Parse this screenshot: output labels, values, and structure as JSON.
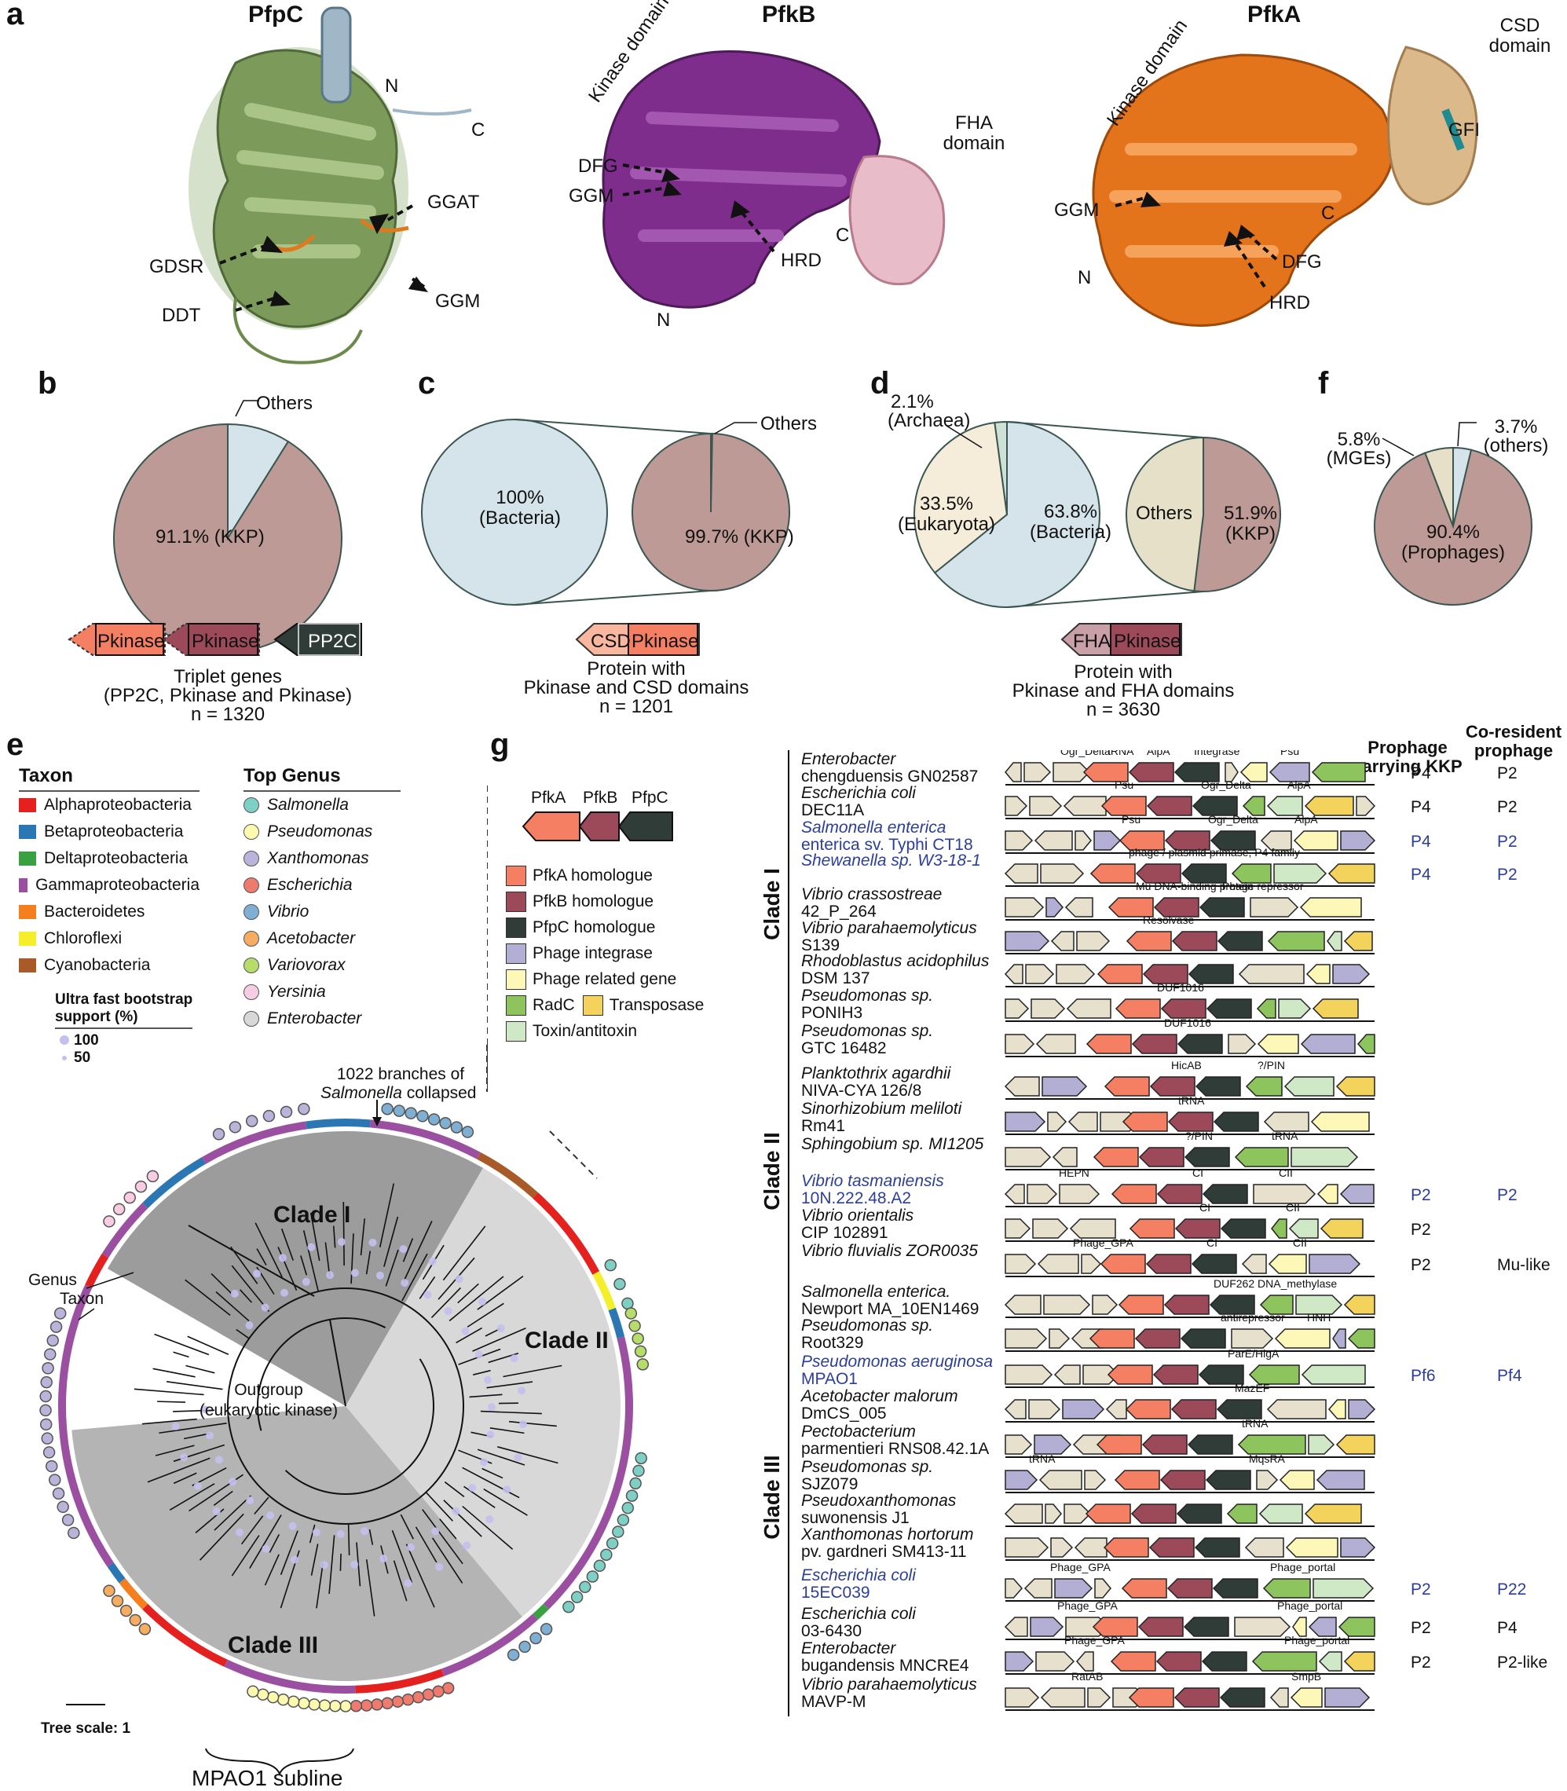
{
  "panels": {
    "a": "a",
    "b": "b",
    "c": "c",
    "d": "d",
    "e": "e",
    "f": "f",
    "g": "g"
  },
  "panel_a": {
    "structures": [
      {
        "title": "PfpC",
        "labels": [
          "N",
          "C",
          "GGAT",
          "GDSR",
          "DDT",
          "GGM"
        ]
      },
      {
        "title": "PfkB",
        "labels": [
          "Kinase domain",
          "FHA domain",
          "DFG",
          "GGM",
          "HRD",
          "C",
          "N"
        ]
      },
      {
        "title": "PfkA",
        "labels": [
          "Kinase domain",
          "CSD domain",
          "GFI",
          "GGM",
          "C",
          "N",
          "DFG",
          "HRD"
        ]
      }
    ]
  },
  "panel_b": {
    "others": "Others",
    "main": "91.1% (KKP)",
    "genes": [
      "Pkinase",
      "Pkinase",
      "PP2C"
    ],
    "caption": [
      "Triplet genes",
      "(PP2C, Pkinase and Pkinase)",
      "n = 1320"
    ]
  },
  "panel_c": {
    "big": [
      "100%",
      "(Bacteria)"
    ],
    "small": "99.7% (KKP)",
    "others": "Others",
    "genes": [
      "CSD",
      "Pkinase"
    ],
    "caption": [
      "Protein with",
      "Pkinase and CSD domains",
      "n = 1201"
    ]
  },
  "panel_d": {
    "archaea": [
      "2.1%",
      "(Archaea)"
    ],
    "eukaryota": [
      "33.5%",
      "(Eukaryota)"
    ],
    "bacteria": [
      "63.8%",
      "(Bacteria)"
    ],
    "others": "Others",
    "kkp": [
      "51.9%",
      "(KKP)"
    ],
    "genes": [
      "FHA",
      "Pkinase"
    ],
    "caption": [
      "Protein with",
      "Pkinase and FHA domains",
      "n = 3630"
    ]
  },
  "panel_f": {
    "mges": [
      "5.8%",
      "(MGEs)"
    ],
    "others": [
      "3.7%",
      "(others)"
    ],
    "prophages": [
      "90.4%",
      "(Prophages)"
    ]
  },
  "chart_data": [
    {
      "type": "pie",
      "panel": "b",
      "slices": [
        {
          "label": "KKP",
          "value": 91.1
        },
        {
          "label": "Others",
          "value": 8.9
        }
      ]
    },
    {
      "type": "pie",
      "panel": "c",
      "slices": [
        {
          "label": "Bacteria",
          "value": 100
        }
      ]
    },
    {
      "type": "pie",
      "panel": "c-inset",
      "slices": [
        {
          "label": "KKP",
          "value": 99.7
        },
        {
          "label": "Others",
          "value": 0.3
        }
      ]
    },
    {
      "type": "pie",
      "panel": "d",
      "slices": [
        {
          "label": "Bacteria",
          "value": 63.8
        },
        {
          "label": "Eukaryota",
          "value": 33.5
        },
        {
          "label": "Archaea",
          "value": 2.1
        }
      ]
    },
    {
      "type": "pie",
      "panel": "d-inset",
      "slices": [
        {
          "label": "KKP",
          "value": 51.9
        },
        {
          "label": "Others",
          "value": 48.1
        }
      ]
    },
    {
      "type": "pie",
      "panel": "f",
      "slices": [
        {
          "label": "Prophages",
          "value": 90.4
        },
        {
          "label": "MGEs",
          "value": 5.8
        },
        {
          "label": "others",
          "value": 3.7
        }
      ]
    }
  ],
  "colors": {
    "kkp": "#bd9a95",
    "others_blue": "#d5e3ea",
    "eukaryota": "#f5ecd9",
    "others_tan": "#e7e0c9",
    "pfkA": "#f57f62",
    "pfkB": "#9c4a59",
    "pfpC": "#2f3c37",
    "integrase": "#b2aed4",
    "phage": "#fdf7b8",
    "radc": "#8dc45e",
    "transposase": "#f3d35c",
    "toxin": "#cfe8c6",
    "other_gene": "#e6e0cd"
  },
  "panel_e": {
    "taxon_title": "Taxon",
    "taxa": [
      {
        "name": "Alphaproteobacteria",
        "color": "#e52120"
      },
      {
        "name": "Betaproteobacteria",
        "color": "#2a77b4"
      },
      {
        "name": "Deltaproteobacteria",
        "color": "#3aa142"
      },
      {
        "name": "Gammaproteobacteria",
        "color": "#9b4fa0"
      },
      {
        "name": "Bacteroidetes",
        "color": "#f57e1f"
      },
      {
        "name": "Chloroflexi",
        "color": "#f5ee2a"
      },
      {
        "name": "Cyanobacteria",
        "color": "#a85a28"
      }
    ],
    "genus_title": "Top Genus",
    "genera": [
      {
        "name": "Salmonella",
        "color": "#7fd0c4"
      },
      {
        "name": "Pseudomonas",
        "color": "#fdfab0"
      },
      {
        "name": "Xanthomonas",
        "color": "#bbb4da"
      },
      {
        "name": "Escherichia",
        "color": "#ef7a6e"
      },
      {
        "name": "Vibrio",
        "color": "#7fb0d3"
      },
      {
        "name": "Acetobacter",
        "color": "#f6ad61"
      },
      {
        "name": "Variovorax",
        "color": "#b6dc6a"
      },
      {
        "name": "Yersinia",
        "color": "#f8cde3"
      },
      {
        "name": "Enterobacter",
        "color": "#d8d8d8"
      }
    ],
    "bootstrap_title": [
      "Ultra fast bootstrap",
      "support (%)"
    ],
    "bootstrap": [
      "100",
      "50"
    ],
    "collapsed_note": [
      "1022 branches of",
      "Salmonella",
      "collapsed"
    ],
    "genus_label": "Genus",
    "taxon_label": "Taxon",
    "outgroup": [
      "Outgroup",
      "(eukaryotic kinase)"
    ],
    "clades": [
      "Clade I",
      "Clade II",
      "Clade III"
    ],
    "tree_scale": "Tree scale: 1",
    "subline": "MPAO1 subline"
  },
  "panel_g_legend": {
    "genes": [
      "PfkA",
      "PfkB",
      "PfpC"
    ],
    "items": [
      {
        "label": "PfkA homologue",
        "color": "#f57f62"
      },
      {
        "label": "PfkB homologue",
        "color": "#9c4a59"
      },
      {
        "label": "PfpC homologue",
        "color": "#2f3c37"
      },
      {
        "label": "Phage integrase",
        "color": "#b2aed4"
      },
      {
        "label": "Phage related gene",
        "color": "#fdf7b8"
      },
      {
        "label": "RadC",
        "color": "#8dc45e"
      },
      {
        "label": "Transposase",
        "color": "#f3d35c"
      },
      {
        "label": "Toxin/antitoxin",
        "color": "#cfe8c6"
      }
    ]
  },
  "panel_g": {
    "col_headers": [
      [
        "Prophage",
        "carrying KKP"
      ],
      [
        "Co-resident",
        "prophage"
      ]
    ],
    "clades": [
      "Clade I",
      "Clade II",
      "Clade III"
    ],
    "rows": [
      {
        "clade": 0,
        "name": [
          "Enterobacter",
          "chengduensis GN02587"
        ],
        "italic": [
          true,
          "partial"
        ],
        "blue": false,
        "p1": "P4",
        "p2": "P2",
        "notes": [
          "tRNA",
          "Integrase",
          "Psu",
          "Ogr_Delta",
          "AlpA"
        ]
      },
      {
        "clade": 0,
        "name": [
          "Escherichia coli",
          "DEC11A"
        ],
        "blue": false,
        "p1": "P4",
        "p2": "P2",
        "notes": [
          "Psu",
          "Ogr_Delta",
          "AlpA"
        ]
      },
      {
        "clade": 0,
        "name": [
          "Salmonella enterica",
          "enterica sv. Typhi CT18"
        ],
        "blue": true,
        "p1": "P4",
        "p2": "P2",
        "notes": [
          "Psu",
          "Ogr_Delta",
          "AlpA"
        ]
      },
      {
        "clade": 0,
        "name": [
          "Shewanella sp. W3-18-1"
        ],
        "blue": true,
        "p1": "P4",
        "p2": "P2",
        "notes": [
          "phage / plasmid primase, P4 family"
        ]
      },
      {
        "clade": 0,
        "name": [
          "Vibrio crassostreae",
          "42_P_264"
        ],
        "blue": false,
        "p1": "",
        "p2": "",
        "notes": [
          "Mu DNA-binding protein",
          "Phage repressor"
        ]
      },
      {
        "clade": 0,
        "name": [
          "Vibrio parahaemolyticus",
          "S139"
        ],
        "blue": false,
        "p1": "",
        "p2": "",
        "notes": [
          "Resolvase"
        ]
      },
      {
        "clade": 0,
        "name": [
          "Rhodoblastus acidophilus",
          "DSM 137"
        ],
        "blue": false,
        "p1": "",
        "p2": "",
        "notes": []
      },
      {
        "clade": 0,
        "name": [
          "Pseudomonas sp.",
          "PONIH3"
        ],
        "blue": false,
        "p1": "",
        "p2": "",
        "notes": [
          "DUF1016"
        ]
      },
      {
        "clade": 0,
        "name": [
          "Pseudomonas sp.",
          "GTC 16482"
        ],
        "blue": false,
        "p1": "",
        "p2": "",
        "notes": [
          "DUF1016"
        ]
      },
      {
        "clade": 1,
        "name": [
          "Planktothrix agardhii",
          "NIVA-CYA 126/8"
        ],
        "blue": false,
        "p1": "",
        "p2": "",
        "notes": [
          "HicAB",
          "?/PIN"
        ]
      },
      {
        "clade": 1,
        "name": [
          "Sinorhizobium meliloti",
          "Rm41"
        ],
        "blue": false,
        "p1": "",
        "p2": "",
        "notes": [
          "tRNA"
        ]
      },
      {
        "clade": 1,
        "name": [
          "Sphingobium sp. MI1205"
        ],
        "blue": false,
        "p1": "",
        "p2": "",
        "notes": [
          "?/PIN",
          "tRNA"
        ]
      },
      {
        "clade": 1,
        "name": [
          "Vibrio tasmaniensis",
          "10N.222.48.A2"
        ],
        "blue": true,
        "p1": "P2",
        "p2": "P2",
        "notes": [
          "CI",
          "CII",
          "HEPN"
        ]
      },
      {
        "clade": 1,
        "name": [
          "Vibrio orientalis",
          "CIP 102891"
        ],
        "blue": false,
        "p1": "P2",
        "p2": "",
        "notes": [
          "CI",
          "CII"
        ]
      },
      {
        "clade": 1,
        "name": [
          "Vibrio fluvialis ZOR0035"
        ],
        "blue": false,
        "p1": "P2",
        "p2": "Mu-like",
        "notes": [
          "CI",
          "CII",
          "Phage_GPA"
        ]
      },
      {
        "clade": 2,
        "name": [
          "Salmonella enterica.",
          "Newport MA_10EN1469"
        ],
        "blue": false,
        "p1": "",
        "p2": "",
        "notes": [
          "DUF262 DNA_methylase"
        ]
      },
      {
        "clade": 2,
        "name": [
          "Pseudomonas sp.",
          "Root329"
        ],
        "blue": false,
        "p1": "",
        "p2": "",
        "notes": [
          "antirepressor",
          "HNH"
        ]
      },
      {
        "clade": 2,
        "name": [
          "Pseudomonas aeruginosa",
          "MPAO1"
        ],
        "blue": true,
        "p1": "Pf6",
        "p2": "Pf4",
        "notes": [
          "ParE/HigA"
        ]
      },
      {
        "clade": 2,
        "name": [
          "Acetobacter malorum",
          "DmCS_005"
        ],
        "blue": false,
        "p1": "",
        "p2": "",
        "notes": [
          "MazEF"
        ]
      },
      {
        "clade": 2,
        "name": [
          "Pectobacterium",
          "parmentieri RNS08.42.1A"
        ],
        "blue": false,
        "p1": "",
        "p2": "",
        "notes": [
          "tRNA"
        ]
      },
      {
        "clade": 2,
        "name": [
          "Pseudomonas sp.",
          "SJZ079"
        ],
        "blue": false,
        "p1": "",
        "p2": "",
        "notes": [
          "MqsRA",
          "tRNA"
        ]
      },
      {
        "clade": 2,
        "name": [
          "Pseudoxanthomonas",
          "suwonensis J1"
        ],
        "blue": false,
        "p1": "",
        "p2": "",
        "notes": []
      },
      {
        "clade": 2,
        "name": [
          "Xanthomonas hortorum",
          "pv. gardneri SM413-11"
        ],
        "blue": false,
        "p1": "",
        "p2": "",
        "notes": []
      },
      {
        "clade": 2,
        "name": [
          "Escherichia coli",
          "15EC039"
        ],
        "blue": true,
        "p1": "P2",
        "p2": "P22",
        "notes": [
          "Phage_portal",
          "Phage_GPA"
        ]
      },
      {
        "clade": 2,
        "name": [
          "Escherichia coli",
          "03-6430"
        ],
        "blue": false,
        "p1": "P2",
        "p2": "P4",
        "notes": [
          "Phage_portal",
          "Phage_GPA"
        ]
      },
      {
        "clade": 2,
        "name": [
          "Enterobacter",
          "bugandensis MNCRE4"
        ],
        "blue": false,
        "p1": "P2",
        "p2": "P2-like",
        "notes": [
          "Phage_portal",
          "Phage_GPA"
        ]
      },
      {
        "clade": 2,
        "name": [
          "Vibrio parahaemolyticus",
          "MAVP-M"
        ],
        "blue": false,
        "p1": "",
        "p2": "",
        "notes": [
          "SmpB",
          "RatAB"
        ]
      }
    ]
  }
}
